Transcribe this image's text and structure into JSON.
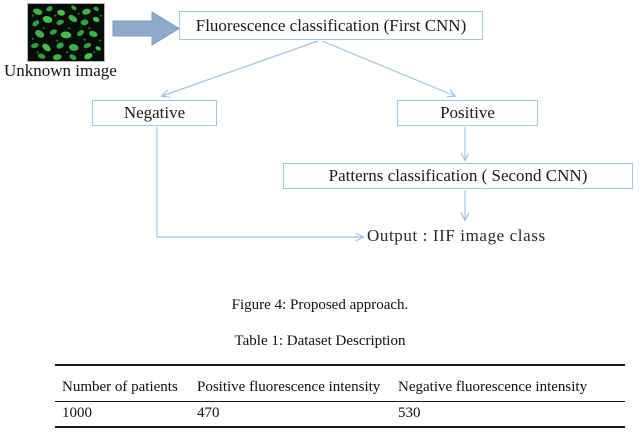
{
  "figure": {
    "unknown_image_label": "Unknown image",
    "nodes": {
      "first_cnn": "Fluorescence classification (First CNN)",
      "negative": "Negative",
      "positive": "Positive",
      "second_cnn": "Patterns classification ( Second CNN)",
      "output": "Output : IIF image class"
    },
    "caption": "Figure 4: Proposed approach."
  },
  "table": {
    "caption": "Table 1: Dataset Description",
    "headers": [
      "Number of patients",
      "Positive fluorescence intensity",
      "Negative fluorescence intensity"
    ],
    "rows": [
      [
        "1000",
        "470",
        "530"
      ]
    ]
  },
  "colors": {
    "line_blue": "#a5c2e2",
    "block_arrow_fill": "#8fa9c9",
    "block_arrow_border": "#7e99bd",
    "box_border": "#a9c5e2",
    "text": "#1c1c1c",
    "cell_green": "#3fae4e",
    "micrograph_bg": "#060c06"
  }
}
